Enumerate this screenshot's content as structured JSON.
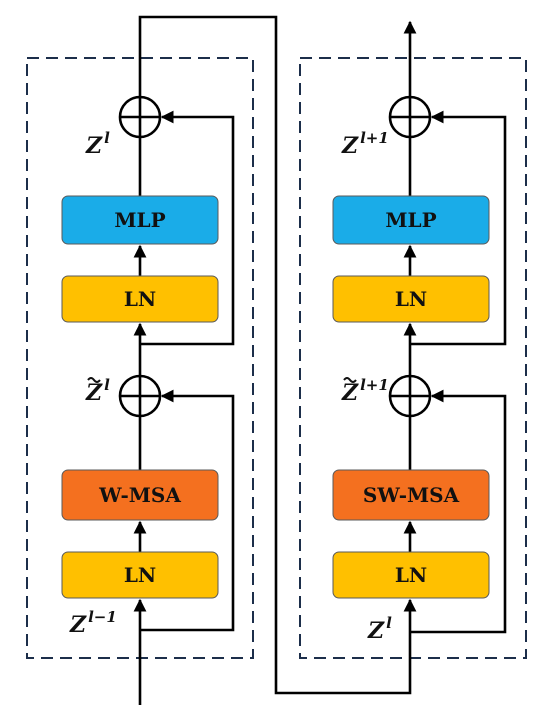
{
  "colors": {
    "mlp": "#1aace8",
    "ln": "#ffc000",
    "msa": "#f4701f",
    "wire": "#000000",
    "frame": "#1c2e4a"
  },
  "left_block": {
    "mlp_label": "MLP",
    "ln_top_label": "LN",
    "msa_label": "W-MSA",
    "ln_bottom_label": "LN",
    "out_var": "Z",
    "out_sup": "l",
    "mid_var": "Z",
    "mid_sup": "l",
    "in_var": "Z",
    "in_sup": "l−1"
  },
  "right_block": {
    "mlp_label": "MLP",
    "ln_top_label": "LN",
    "msa_label": "SW-MSA",
    "ln_bottom_label": "LN",
    "out_var": "Z",
    "out_sup": "l+1",
    "mid_var": "Z",
    "mid_sup": "l+1",
    "in_var": "Z",
    "in_sup": "l"
  }
}
